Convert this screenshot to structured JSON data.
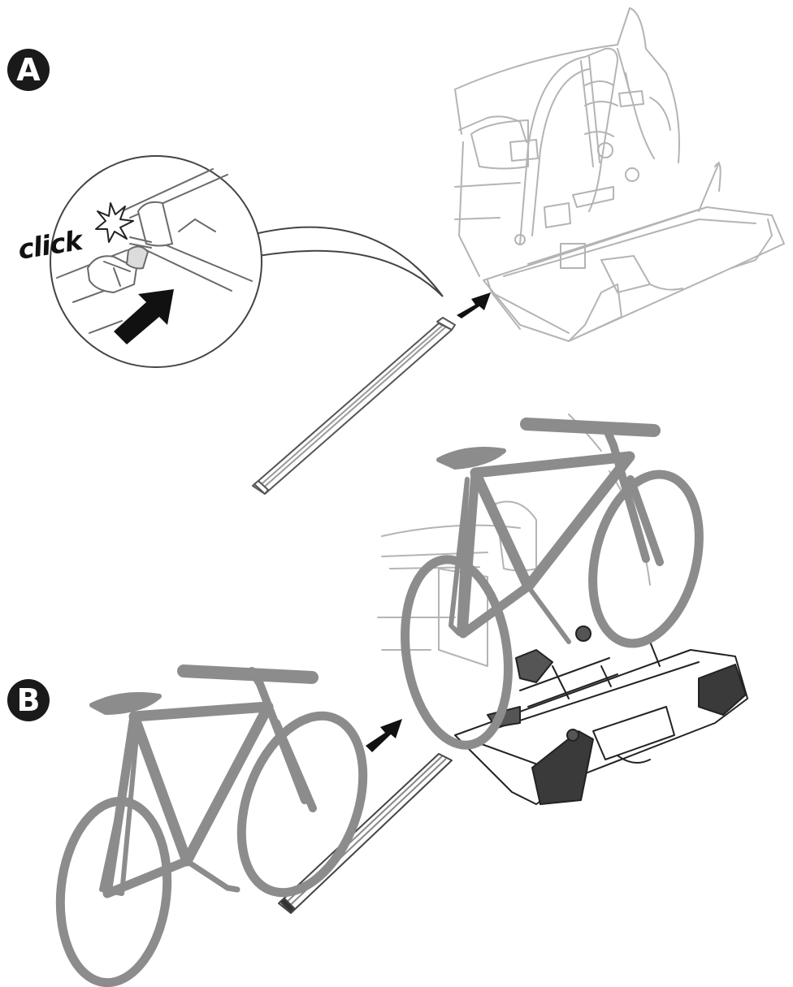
{
  "steps": {
    "a": "A",
    "b": "B"
  },
  "detail": {
    "sound_label": "click"
  },
  "icons": {
    "sound_burst": "starburst-icon",
    "direction": "arrow-icon"
  },
  "colors": {
    "bike": "#8c8c8c",
    "line_art": "#b4b4b4",
    "ink": "#1a1a1a",
    "arrow": "#111111"
  }
}
